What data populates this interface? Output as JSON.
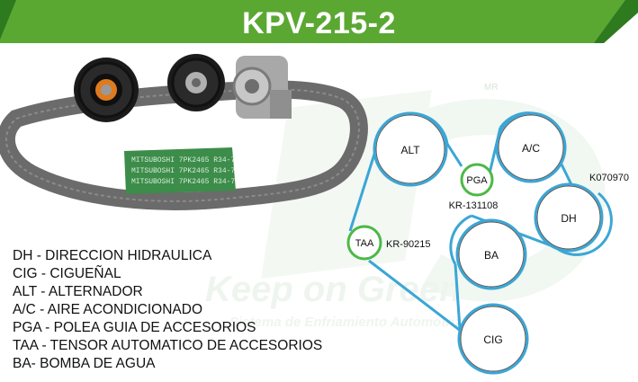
{
  "header": {
    "title": "KPV-215-2",
    "brand_green": "#5aa832",
    "dark_green": "#2d7a1f"
  },
  "watermark": {
    "main": "Keep on Green",
    "sub": "Sistema de Enfriamiento Automotriz",
    "mr": "MR"
  },
  "photo": {
    "belt_print": "MITSUBOSHI 7PK2465 R34-7"
  },
  "legend": [
    "DH - DIRECCION HIDRAULICA",
    "CIG - CIGUEÑAL",
    "ALT - ALTERNADOR",
    "A/C - AIRE ACONDICIONADO",
    "PGA - POLEA GUIA DE ACCESORIOS",
    "TAA - TENSOR AUTOMATICO DE ACCESORIOS",
    "BA- BOMBA DE AGUA"
  ],
  "diagram": {
    "belt_color": "#3ba6d6",
    "idler_color": "#4db848",
    "pulleys": {
      "alt": "ALT",
      "ac": "A/C",
      "pga": "PGA",
      "dh": "DH",
      "taa": "TAA",
      "ba": "BA",
      "cig": "CIG"
    },
    "part_numbers": {
      "pga": "KR-131108",
      "dh": "K070970",
      "taa": "KR-90215"
    }
  }
}
